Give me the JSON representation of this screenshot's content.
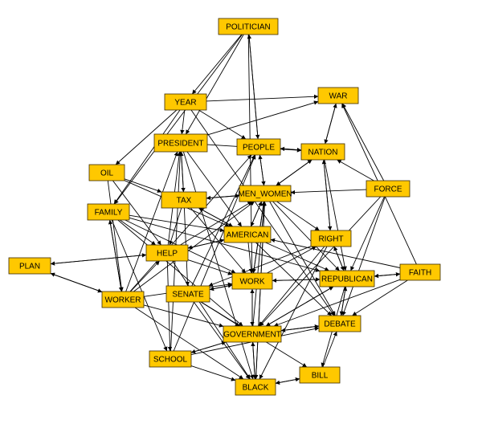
{
  "graph": {
    "node_fill": "#FFC800",
    "node_stroke": "#3a2a00",
    "edge_color": "#000000",
    "nodes": [
      {
        "id": "politician",
        "label": "POLITICIAN"
      },
      {
        "id": "year",
        "label": "YEAR"
      },
      {
        "id": "war",
        "label": "WAR"
      },
      {
        "id": "president",
        "label": "PRESIDENT"
      },
      {
        "id": "people",
        "label": "PEOPLE"
      },
      {
        "id": "nation",
        "label": "NATION"
      },
      {
        "id": "oil",
        "label": "OIL"
      },
      {
        "id": "tax",
        "label": "TAX"
      },
      {
        "id": "men_women",
        "label": "MEN_WOMEN"
      },
      {
        "id": "force",
        "label": "FORCE"
      },
      {
        "id": "family",
        "label": "FAMILY"
      },
      {
        "id": "american",
        "label": "AMERICAN"
      },
      {
        "id": "right",
        "label": "RIGHT"
      },
      {
        "id": "plan",
        "label": "PLAN"
      },
      {
        "id": "help",
        "label": "HELP"
      },
      {
        "id": "faith",
        "label": "FAITH"
      },
      {
        "id": "work",
        "label": "WORK"
      },
      {
        "id": "republican",
        "label": "REPUBLICAN"
      },
      {
        "id": "worker",
        "label": "WORKER"
      },
      {
        "id": "senate",
        "label": "SENATE"
      },
      {
        "id": "debate",
        "label": "DEBATE"
      },
      {
        "id": "government",
        "label": "GOVERNMENT"
      },
      {
        "id": "school",
        "label": "SCHOOL"
      },
      {
        "id": "bill",
        "label": "BILL"
      },
      {
        "id": "black",
        "label": "BLACK"
      }
    ],
    "edges": [
      [
        "politician",
        "year"
      ],
      [
        "politician",
        "people"
      ],
      [
        "politician",
        "president"
      ],
      [
        "politician",
        "work"
      ],
      [
        "politician",
        "family"
      ],
      [
        "year",
        "president"
      ],
      [
        "year",
        "war"
      ],
      [
        "year",
        "oil"
      ],
      [
        "year",
        "debate"
      ],
      [
        "year",
        "people"
      ],
      [
        "year",
        "family"
      ],
      [
        "war",
        "nation"
      ],
      [
        "nation",
        "war"
      ],
      [
        "people",
        "politician"
      ],
      [
        "president",
        "war"
      ],
      [
        "president",
        "tax"
      ],
      [
        "tax",
        "president"
      ],
      [
        "president",
        "nation"
      ],
      [
        "president",
        "american"
      ],
      [
        "president",
        "black"
      ],
      [
        "worker",
        "president"
      ],
      [
        "school",
        "president"
      ],
      [
        "help",
        "president"
      ],
      [
        "nation",
        "people"
      ],
      [
        "people",
        "nation"
      ],
      [
        "men_women",
        "people"
      ],
      [
        "people",
        "men_women"
      ],
      [
        "men_women",
        "nation"
      ],
      [
        "nation",
        "men_women"
      ],
      [
        "nation",
        "right"
      ],
      [
        "right",
        "nation"
      ],
      [
        "nation",
        "republican"
      ],
      [
        "force",
        "nation"
      ],
      [
        "force",
        "war"
      ],
      [
        "force",
        "men_women"
      ],
      [
        "force",
        "republican"
      ],
      [
        "force",
        "debate"
      ],
      [
        "force",
        "government"
      ],
      [
        "faith",
        "war"
      ],
      [
        "faith",
        "republican"
      ],
      [
        "faith",
        "debate"
      ],
      [
        "faith",
        "american"
      ],
      [
        "republican",
        "faith"
      ],
      [
        "faith",
        "government"
      ],
      [
        "tax",
        "men_women"
      ],
      [
        "men_women",
        "tax"
      ],
      [
        "tax",
        "american"
      ],
      [
        "tax",
        "help"
      ],
      [
        "tax",
        "work"
      ],
      [
        "tax",
        "senate"
      ],
      [
        "american",
        "tax"
      ],
      [
        "oil",
        "tax"
      ],
      [
        "oil",
        "american"
      ],
      [
        "oil",
        "help"
      ],
      [
        "oil",
        "worker"
      ],
      [
        "family",
        "american"
      ],
      [
        "family",
        "work"
      ],
      [
        "family",
        "republican"
      ],
      [
        "family",
        "help"
      ],
      [
        "family",
        "worker"
      ],
      [
        "worker",
        "family"
      ],
      [
        "family",
        "school"
      ],
      [
        "family",
        "government"
      ],
      [
        "plan",
        "worker"
      ],
      [
        "worker",
        "plan"
      ],
      [
        "help",
        "plan"
      ],
      [
        "plan",
        "help"
      ],
      [
        "worker",
        "people"
      ],
      [
        "worker",
        "men_women"
      ],
      [
        "worker",
        "government"
      ],
      [
        "worker",
        "black"
      ],
      [
        "worker",
        "work"
      ],
      [
        "help",
        "work"
      ],
      [
        "help",
        "american"
      ],
      [
        "american",
        "help"
      ],
      [
        "help",
        "school"
      ],
      [
        "help",
        "black"
      ],
      [
        "help",
        "men_women"
      ],
      [
        "american",
        "men_women"
      ],
      [
        "men_women",
        "american"
      ],
      [
        "american",
        "work"
      ],
      [
        "american",
        "debate"
      ],
      [
        "american",
        "republican"
      ],
      [
        "men_women",
        "work"
      ],
      [
        "work",
        "men_women"
      ],
      [
        "men_women",
        "right"
      ],
      [
        "men_women",
        "republican"
      ],
      [
        "men_women",
        "debate"
      ],
      [
        "men_women",
        "black"
      ],
      [
        "government",
        "men_women"
      ],
      [
        "work",
        "right"
      ],
      [
        "right",
        "republican"
      ],
      [
        "republican",
        "right"
      ],
      [
        "right",
        "government"
      ],
      [
        "right",
        "black"
      ],
      [
        "right",
        "senate"
      ],
      [
        "work",
        "republican"
      ],
      [
        "republican",
        "work"
      ],
      [
        "work",
        "government"
      ],
      [
        "government",
        "work"
      ],
      [
        "work",
        "senate"
      ],
      [
        "senate",
        "work"
      ],
      [
        "debate",
        "republican"
      ],
      [
        "republican",
        "debate"
      ],
      [
        "republican",
        "government"
      ],
      [
        "government",
        "republican"
      ],
      [
        "republican",
        "bill"
      ],
      [
        "debate",
        "government"
      ],
      [
        "government",
        "debate"
      ],
      [
        "senate",
        "government"
      ],
      [
        "senate",
        "bill"
      ],
      [
        "senate",
        "black"
      ],
      [
        "senate",
        "people"
      ],
      [
        "government",
        "school"
      ],
      [
        "school",
        "government"
      ],
      [
        "government",
        "black"
      ],
      [
        "black",
        "government"
      ],
      [
        "school",
        "black"
      ],
      [
        "school",
        "debate"
      ],
      [
        "bill",
        "debate"
      ],
      [
        "bill",
        "black"
      ],
      [
        "black",
        "bill"
      ],
      [
        "black",
        "men_women"
      ],
      [
        "school",
        "people"
      ],
      [
        "worker",
        "help"
      ]
    ]
  }
}
